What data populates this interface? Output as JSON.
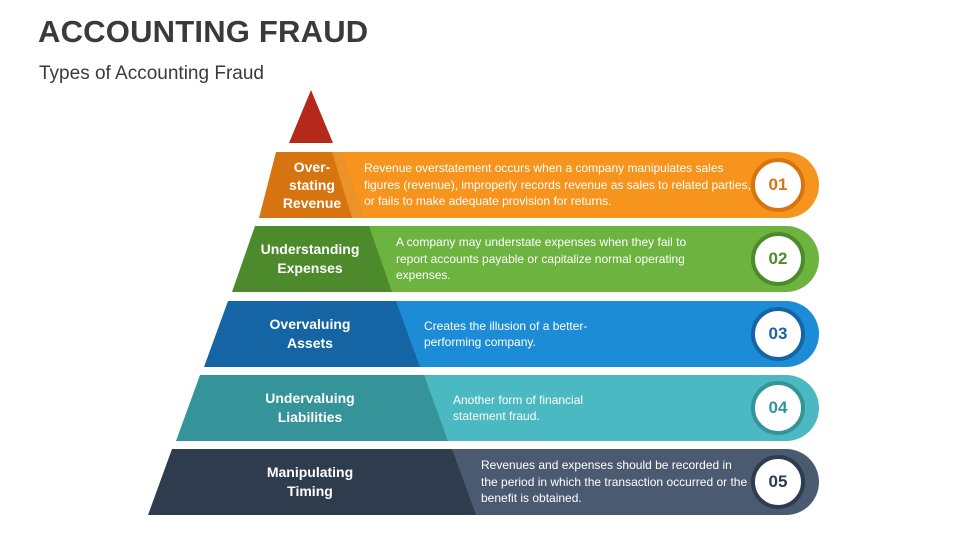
{
  "header": {
    "title": "ACCOUNTING FRAUD",
    "subtitle": "Types of Accounting Fraud"
  },
  "colors": {
    "apex": "#b5291a",
    "orange": "#f7941d",
    "orange_dark": "#d6750f",
    "green": "#6cb33f",
    "green_dark": "#4d8a2b",
    "blue": "#1c8cd6",
    "blue_dark": "#1565a5",
    "teal": "#4ab9c2",
    "teal_dark": "#34949a",
    "navy": "#4a5a70",
    "navy_dark": "#2f3c4e"
  },
  "tiers": [
    {
      "label": "Over-\nstating\nRevenue",
      "description": "Revenue overstatement occurs when a company manipulates sales figures (revenue), improperly records revenue as sales to related parties, or fails to make adequate provision for returns.",
      "number": "01"
    },
    {
      "label": "Understanding\nExpenses",
      "description": "A company may understate expenses when they fail to report accounts payable or capitalize normal operating expenses.",
      "number": "02"
    },
    {
      "label": "Overvaluing\nAssets",
      "description": "Creates the illusion of a better-performing company.",
      "number": "03"
    },
    {
      "label": "Undervaluing\nLiabilities",
      "description": "Another form of financial statement fraud.",
      "number": "04"
    },
    {
      "label": "Manipulating\nTiming",
      "description": "Revenues and expenses should be recorded in the period in which the transaction occurred or the benefit is obtained.",
      "number": "05"
    }
  ]
}
